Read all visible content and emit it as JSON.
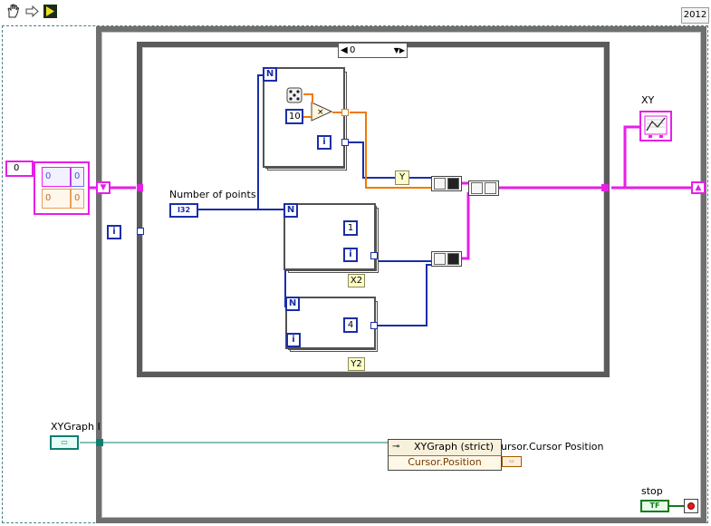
{
  "toolbar": {
    "version": "2012"
  },
  "icons": [
    "hand-icon",
    "arrow-right-icon",
    "run-arrow-icon"
  ],
  "case_structure": {
    "selector_value": "0",
    "left_arrow": "◀",
    "right_arrow": "▼▶"
  },
  "loop1": {
    "n": "N",
    "dice_const": "10",
    "i": "i",
    "multiply": "×",
    "out_label": "Y"
  },
  "loop2": {
    "n": "N",
    "const": "1",
    "i": "i",
    "out_label": "X2"
  },
  "loop3": {
    "n": "N",
    "const": "4",
    "i": "i",
    "out_label": "Y2"
  },
  "number_of_points": {
    "label": "Number of points",
    "terminal": "I32"
  },
  "array_control": {
    "index": "0",
    "cells": [
      "0",
      "0",
      "0",
      "0"
    ]
  },
  "while_i": "i",
  "xy_graph": {
    "label": "XY"
  },
  "property_node": {
    "ref_label": "XYGraph I",
    "class": "XYGraph (strict)",
    "property": "Cursor.Position",
    "output_label": "ursor.Cursor Position"
  },
  "stop": {
    "label": "stop",
    "terminal": "TF"
  },
  "colors": {
    "int_wire": "#1b2ea8",
    "cluster_wire": "#e81ee8",
    "dbl_wire": "#f07a00",
    "ref_wire": "#0e7f71",
    "bool_wire": "#0f7b1a"
  }
}
